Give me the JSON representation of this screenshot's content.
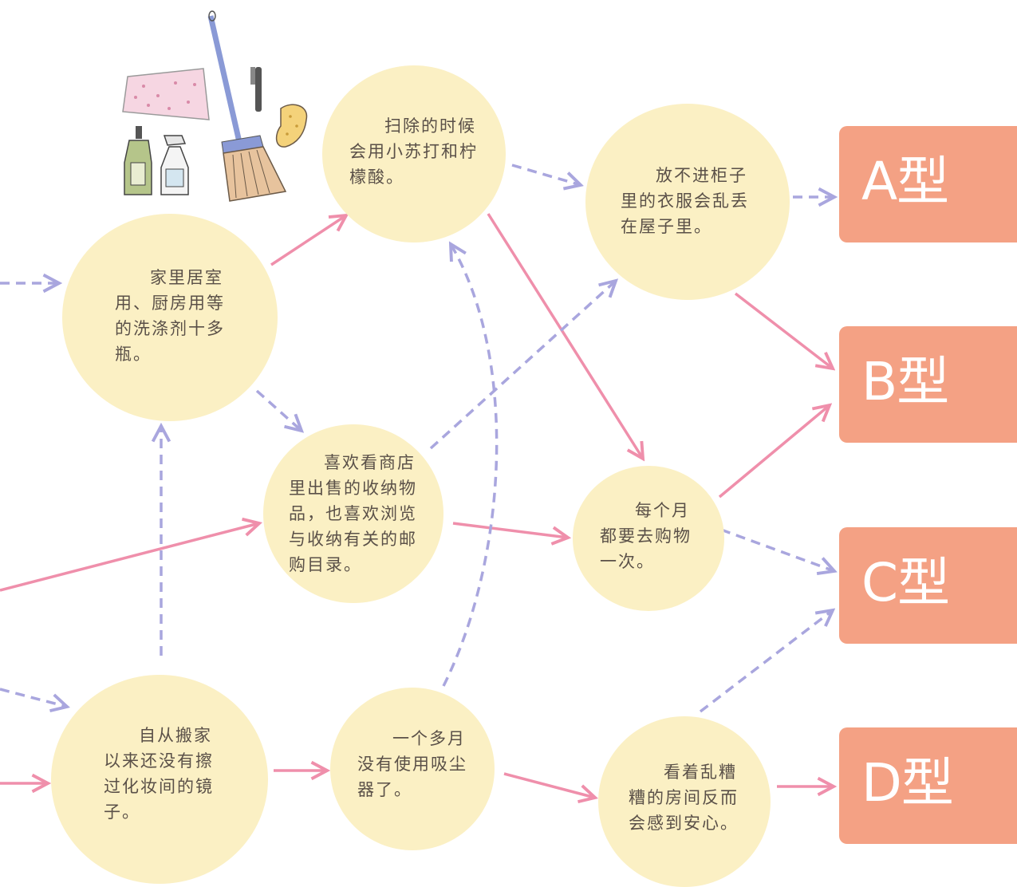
{
  "nodes": {
    "household_detergents": "家里居室\n用、厨房用等\n的洗涤剂十多\n瓶。",
    "baking_soda_citric": "扫除的时候\n会用小苏打和柠\n檬酸。",
    "clothes_scattered": "放不进柜子\n里的衣服会乱丢\n在屋子里。",
    "storage_goods": "喜欢看商店\n里出售的收纳物\n品，也喜欢浏览\n与收纳有关的邮\n购目录。",
    "monthly_shopping": "每个月\n都要去购物\n一次。",
    "mirror_not_wiped": "自从搬家\n以来还没有擦\n过化妆间的镜\n子。",
    "vacuum_unused": "一个多月\n没有使用吸尘\n器了。",
    "messy_room_relief": "看着乱糟\n糟的房间反而\n会感到安心。"
  },
  "results": {
    "a": "A型",
    "b": "B型",
    "c": "C型",
    "d": "D型"
  },
  "colors": {
    "node_fill": "#fbf0c4",
    "result_fill": "#f4a184",
    "yes_arrow": "#ef8fab",
    "no_arrow": "#a9a6de",
    "text": "#5a5048"
  },
  "icons": [
    "cleaning-cloth-icon",
    "mop-icon",
    "brush-icon",
    "sponge-icon",
    "detergent-bottle-icon",
    "spray-bottle-icon"
  ]
}
